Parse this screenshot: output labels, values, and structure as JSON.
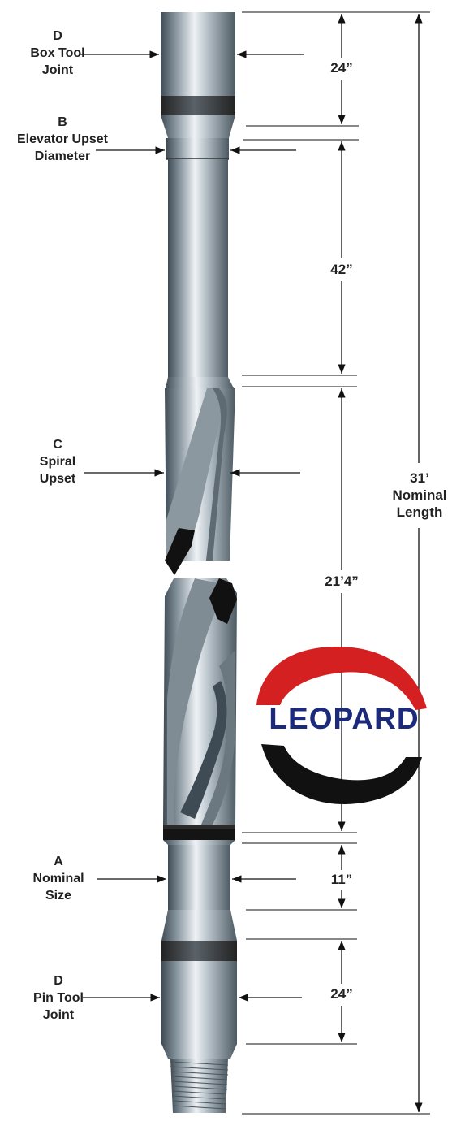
{
  "labels": {
    "box_tool_joint": {
      "letter": "D",
      "line1": "Box Tool",
      "line2": "Joint"
    },
    "elevator_upset": {
      "letter": "B",
      "line1": "Elevator Upset",
      "line2": "Diameter"
    },
    "spiral_upset": {
      "letter": "C",
      "line1": "Spiral",
      "line2": "Upset"
    },
    "nominal_size": {
      "letter": "A",
      "line1": "Nominal",
      "line2": "Size"
    },
    "pin_tool_joint": {
      "letter": "D",
      "line1": "Pin Tool",
      "line2": "Joint"
    }
  },
  "dimensions": {
    "box_joint": "24”",
    "tube": "42”",
    "spiral": "21’4”",
    "nominal": "11”",
    "pin_joint": "24”",
    "overall": {
      "line1": "31’",
      "line2": "Nominal",
      "line3": "Length"
    }
  },
  "logo": {
    "text": "LEOPARD",
    "colors": {
      "top": "#d42020",
      "bottom": "#111111",
      "text": "#1c2a7c"
    }
  }
}
